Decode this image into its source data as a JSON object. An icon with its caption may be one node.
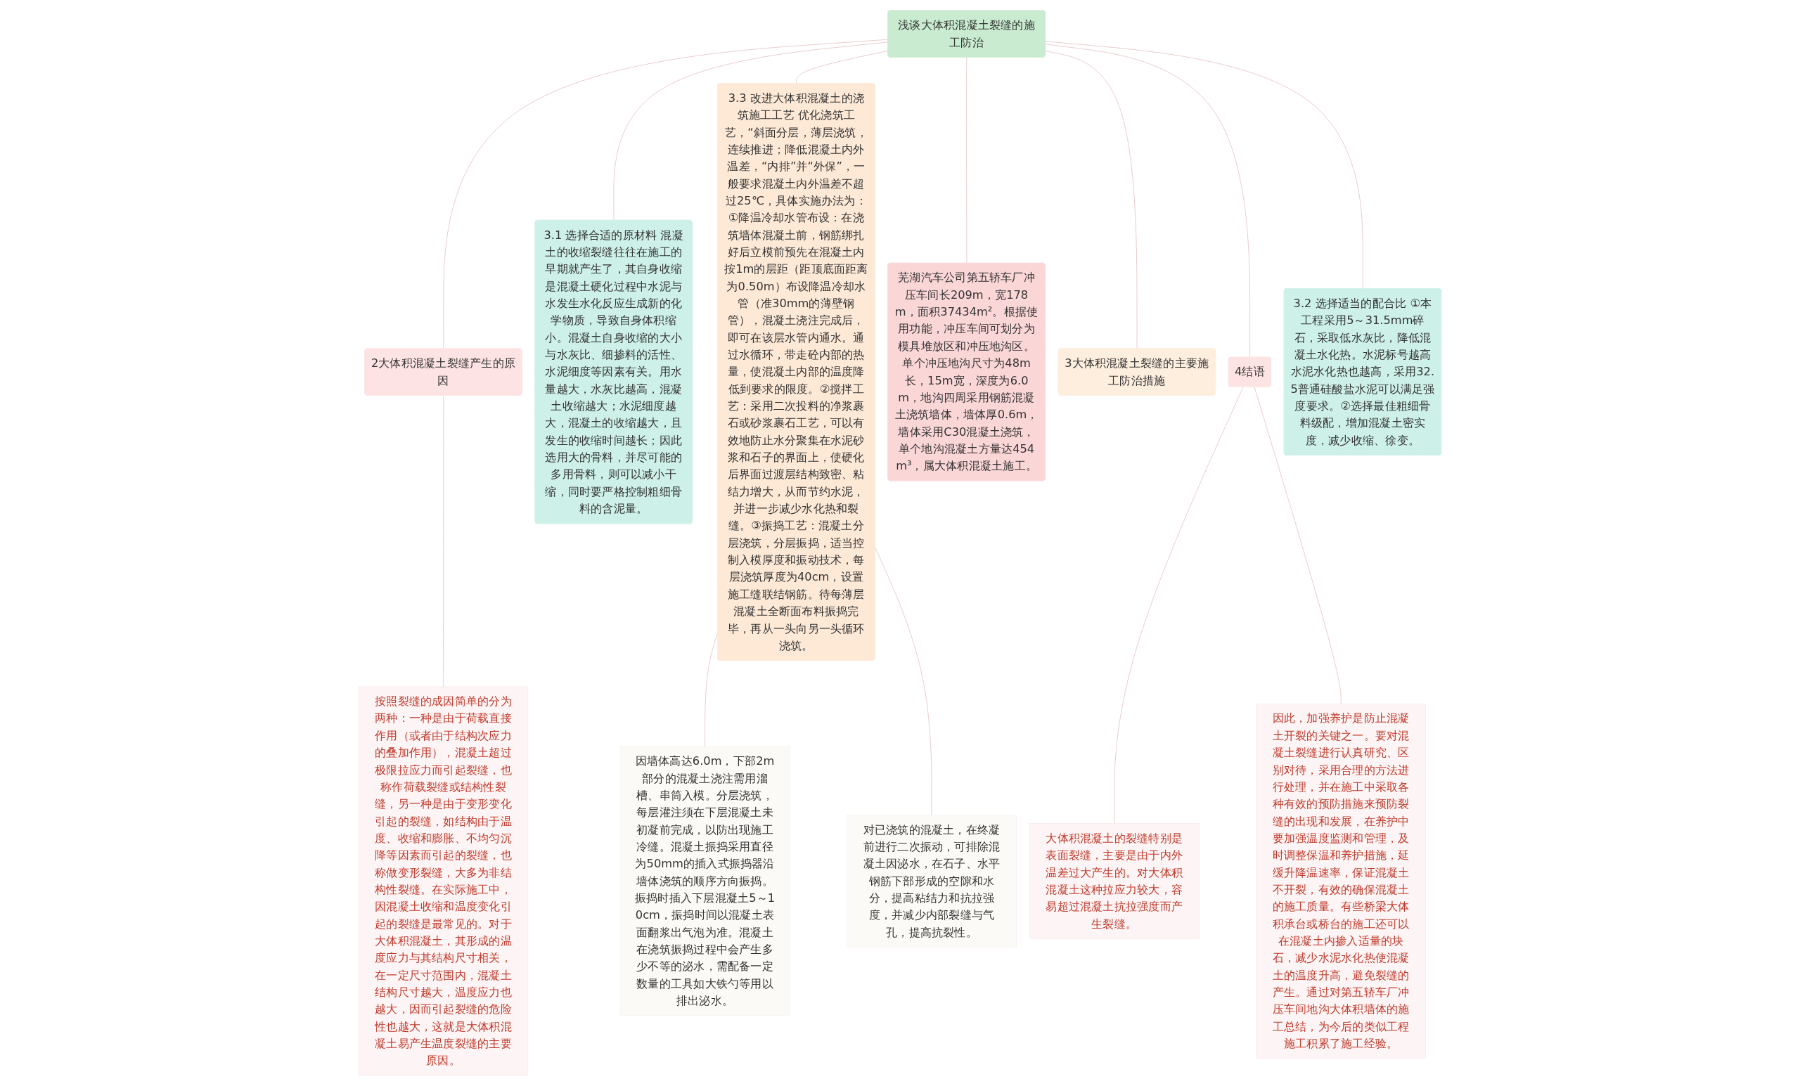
{
  "diagram": {
    "nodes": [
      {
        "text": [
          "浅谈大体积混凝土裂缝的施工防治"
        ]
      },
      {
        "text": [
          "2大体积混凝土裂缝产生的原因"
        ]
      },
      {
        "text": [
          "按照裂缝的成因简单的分为两种：一种是由于荷载直接作用（或者由于结构次应力的叠加作用），混凝土超过极限拉应力而引起裂缝，也称作荷载裂缝或结构性裂缝，另一种是由于变形变化引起的裂缝，如结构由于温度、收缩和膨胀、不均匀沉降等因素而引起的裂缝，也称做变形裂缝，大多为非结构性裂缝。在实际施工中，因混凝土收缩和温度变化引起的裂缝是最常见的。对于大体积混凝土，其形成的温度应力与其结构尺寸相关，在一定尺寸范围内，混凝土结构尺寸越大，温度应力也越大，因而引起裂缝的危险性也越大，这就是大体积混凝土易产生温度裂缝的主要原因。"
        ]
      },
      {
        "text": [
          "3.1 选择合适的原材料 混凝土的收缩裂缝往往在施工的早期就产生了，其自身收缩是混凝土硬化过程中水泥与水发生水化反应生成新的化学物质，导致自身体积缩小。混凝土自身收缩的大小与水灰比、细掺料的活性、水泥细度等因素有关。用水量越大，水灰比越高，混凝土收缩越大；水泥细度越大，混凝土的收缩越大，且发生的收缩时间越长；因此选用大的骨料，并尽可能的多用骨料，则可以减小干缩，同时要严格控制粗细骨料的含泥量。"
        ]
      },
      {
        "text": [
          "3.3 改进大体积混凝土的浇筑施工工艺 优化浇筑工艺，“斜面分层，薄层浇筑，连续推进；降低混凝土内外温差，“内排”并“外保”，一般要求混凝土内外温差不超过25℃，具体实施办法为：①降温冷却水管布设：在浇筑墙体混凝土前，钢筋绑扎好后立模前预先在混凝土内按1m的层距（距顶底面距离为0.50m）布设降温冷却水管（准30mm的薄壁钢管），混凝土浇注完成后，即可在该层水管内通水。通过水循环，带走砼内部的热量，使混凝土内部的温度降低到要求的限度。②搅拌工艺：采用二次投料的净浆裹石或砂浆裹石工艺，可以有效地防止水分聚集在水泥砂浆和石子的界面上，使硬化后界面过渡层结构致密、粘结力增大，从而节约水泥，并进一步减少水化热和裂缝。③振捣工艺：混凝土分层浇筑，分层振捣，适当控制入模厚度和振动技术，每层浇筑厚度为40cm，设置施工缝联结钢筋。待每薄层混凝土全断面布料振捣完毕，再从一头向另一头循环浇筑。"
        ]
      },
      {
        "text": [
          "因墙体高达6.0m，下部2m部分的混凝土浇注需用溜槽、串筒入模。分层浇筑，每层灌注须在下层混凝土未初凝前完成，以防出现施工冷缝。混凝土振捣采用直径为50mm的插入式振捣器沿墙体浇筑的顺序方向振捣。振捣时插入下层混凝土5～10cm，振捣时间以混凝土表面翻浆出气泡为准。混凝土在浇筑振捣过程中会产生多少不等的泌水，需配备一定数量的工具如大铁勺等用以排出泌水。"
        ]
      },
      {
        "text": [
          "对已浇筑的混凝土，在终凝前进行二次振动，可排除混凝土因泌水，在石子、水平钢筋下部形成的空隙和水分，提高粘结力和抗拉强度，并减少内部裂缝与气孔，提高抗裂性。"
        ]
      },
      {
        "text": [
          "芜湖汽车公司第五轿车厂冲压车间长209m，宽178m，面积37434m²。根据使用功能，冲压车间可划分为模具堆放区和冲压地沟区。单个冲压地沟尺寸为48m长，15m宽，深度为6.0m，地沟四周采用钢筋混凝土浇筑墙体，墙体厚0.6m，墙体采用C30混凝土浇筑，单个地沟混凝土方量达454m³，属大体积混凝土施工。"
        ]
      },
      {
        "text": [
          "3大体积混凝土裂缝的主要施工防治措施"
        ]
      },
      {
        "text": [
          "3.2 选择适当的配合比 ①本工程采用5～31.5mm碎石，采取低水灰比，降低混凝土水化热。水泥标号越高水泥水化热也越高，采用32.5普通硅酸盐水泥可以满足强度要求。②选择最佳粗细骨料级配，增加混凝土密实度，减少收缩、徐变。"
        ]
      },
      {
        "text": [
          "4结语"
        ]
      },
      {
        "text": [
          "大体积混凝土的裂缝特别是表面裂缝，主要是由于内外温差过大产生的。对大体积混凝土这种拉应力较大，容易超过混凝土抗拉强度而产生裂缝。"
        ]
      },
      {
        "text": [
          "因此，加强养护是防止混凝土开裂的关键之一。要对混凝土裂缝进行认真研究、区别对待，采用合理的方法进行处理，并在施工中采取各种有效的预防措施来预防裂缝的出现和发展，在养护中要加强温度监测和管理，及时调整保温和养护措施，延缓升降温速率，保证混凝土不开裂，有效的确保混凝土的施工质量。有些桥梁大体积承台或桥台的施工还可以在混凝土内掺入适量的块石，减少水泥水化热使混凝土的温度升高，避免裂缝的产生。通过对第五轿车厂冲压车间地沟大体积墙体的施工总结，为今后的类似工程施工积累了施工经验。"
        ]
      }
    ],
    "edges": [
      {
        "from": 0,
        "to": 1,
        "arrow": "none"
      },
      {
        "from": 1,
        "to": 2,
        "arrow": "none"
      },
      {
        "from": 0,
        "to": 3,
        "arrow": "none"
      },
      {
        "from": 0,
        "to": 4,
        "arrow": "none"
      },
      {
        "from": 4,
        "to": 5,
        "arrow": "none"
      },
      {
        "from": 4,
        "to": 6,
        "arrow": "none"
      },
      {
        "from": 0,
        "to": 7,
        "arrow": "none"
      },
      {
        "from": 0,
        "to": 8,
        "arrow": "none"
      },
      {
        "from": 0,
        "to": 9,
        "arrow": "none"
      },
      {
        "from": 0,
        "to": 10,
        "arrow": "none"
      },
      {
        "from": 10,
        "to": 11,
        "arrow": "none"
      },
      {
        "from": 10,
        "to": 12,
        "arrow": "none"
      }
    ]
  }
}
